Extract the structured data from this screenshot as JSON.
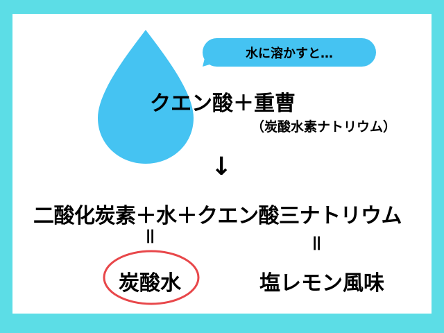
{
  "bubble_text": "水に溶かすと…",
  "reactants": "クエン酸＋重曹",
  "reactants_note": "（炭酸水素ナトリウム）",
  "arrow": "↓",
  "products": "二酸化炭素＋水＋クエン酸三ナトリウム",
  "equals_left": "＝",
  "equals_right": "＝",
  "result_left": "炭酸水",
  "result_right": "塩レモン風味",
  "colors": {
    "border": "#5cdde6",
    "drop": "#45c3f2",
    "circle": "#e8474a"
  }
}
